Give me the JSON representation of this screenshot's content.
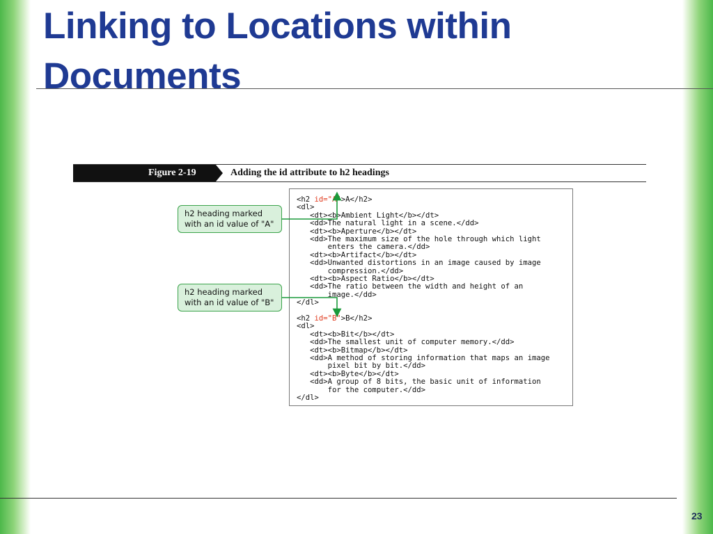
{
  "slide": {
    "title": "Linking to Locations within Documents",
    "page_number": "23"
  },
  "figure": {
    "number": "Figure 2-19",
    "caption": "Adding the id attribute to h2 headings"
  },
  "callouts": [
    {
      "line1": "h2 heading marked",
      "line2": "with an id value of \"A\""
    },
    {
      "line1": "h2 heading marked",
      "line2": "with an id value of \"B\""
    }
  ],
  "code": [
    {
      "indent": "",
      "parts": [
        {
          "t": "<h2 "
        },
        {
          "t": "id=\"A\"",
          "hl": true
        },
        {
          "t": ">A</h2>"
        }
      ]
    },
    {
      "indent": "",
      "parts": [
        {
          "t": "<dl>"
        }
      ]
    },
    {
      "indent": "   ",
      "parts": [
        {
          "t": "<dt><b>Ambient Light</b></dt>"
        }
      ]
    },
    {
      "indent": "   ",
      "parts": [
        {
          "t": "<dd>The natural light in a scene.</dd>"
        }
      ]
    },
    {
      "indent": "   ",
      "parts": [
        {
          "t": "<dt><b>Aperture</b></dt>"
        }
      ]
    },
    {
      "indent": "   ",
      "parts": [
        {
          "t": "<dd>The maximum size of the hole through which light"
        }
      ]
    },
    {
      "indent": "       ",
      "parts": [
        {
          "t": "enters the camera.</dd>"
        }
      ]
    },
    {
      "indent": "   ",
      "parts": [
        {
          "t": "<dt><b>Artifact</b></dt>"
        }
      ]
    },
    {
      "indent": "   ",
      "parts": [
        {
          "t": "<dd>Unwanted distortions in an image caused by image"
        }
      ]
    },
    {
      "indent": "       ",
      "parts": [
        {
          "t": "compression.</dd>"
        }
      ]
    },
    {
      "indent": "   ",
      "parts": [
        {
          "t": "<dt><b>Aspect Ratio</b></dt>"
        }
      ]
    },
    {
      "indent": "   ",
      "parts": [
        {
          "t": "<dd>The ratio between the width and height of an"
        }
      ]
    },
    {
      "indent": "       ",
      "parts": [
        {
          "t": "image.</dd>"
        }
      ]
    },
    {
      "indent": "",
      "parts": [
        {
          "t": "</dl>"
        }
      ]
    },
    {
      "indent": "",
      "parts": [
        {
          "t": ""
        }
      ]
    },
    {
      "indent": "",
      "parts": [
        {
          "t": "<h2 "
        },
        {
          "t": "id=\"B\"",
          "hl": true
        },
        {
          "t": ">B</h2>"
        }
      ]
    },
    {
      "indent": "",
      "parts": [
        {
          "t": "<dl>"
        }
      ]
    },
    {
      "indent": "   ",
      "parts": [
        {
          "t": "<dt><b>Bit</b></dt>"
        }
      ]
    },
    {
      "indent": "   ",
      "parts": [
        {
          "t": "<dd>The smallest unit of computer memory.</dd>"
        }
      ]
    },
    {
      "indent": "   ",
      "parts": [
        {
          "t": "<dt><b>Bitmap</b></dt>"
        }
      ]
    },
    {
      "indent": "   ",
      "parts": [
        {
          "t": "<dd>A method of storing information that maps an image"
        }
      ]
    },
    {
      "indent": "       ",
      "parts": [
        {
          "t": "pixel bit by bit.</dd>"
        }
      ]
    },
    {
      "indent": "   ",
      "parts": [
        {
          "t": "<dt><b>Byte</b></dt>"
        }
      ]
    },
    {
      "indent": "   ",
      "parts": [
        {
          "t": "<dd>A group of 8 bits, the basic unit of information"
        }
      ]
    },
    {
      "indent": "       ",
      "parts": [
        {
          "t": "for the computer.</dd>"
        }
      ]
    },
    {
      "indent": "",
      "parts": [
        {
          "t": "</dl>"
        }
      ]
    }
  ],
  "colors": {
    "title": "#1f3a93",
    "highlight": "#e03a1e",
    "callout_fill": "#d9f0dc",
    "callout_border": "#3aa34a",
    "arrow": "#1a9a3a"
  }
}
